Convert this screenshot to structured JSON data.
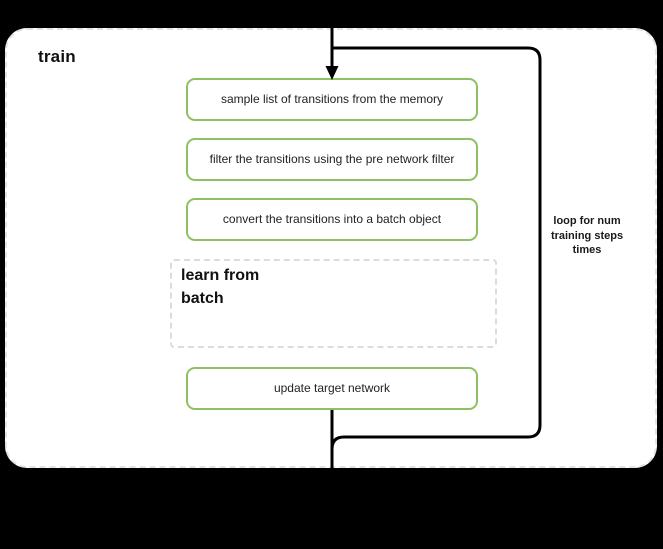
{
  "diagram": {
    "type": "flowchart",
    "scope": {
      "title": "train",
      "border_style": "dashed",
      "border_color": "#e3e3e3"
    },
    "accent_color": "#8dc163",
    "steps": [
      {
        "id": "sample",
        "label": "sample list of transitions from the memory",
        "style": "green-box"
      },
      {
        "id": "filter",
        "label": "filter the transitions using the pre network filter",
        "style": "green-box"
      },
      {
        "id": "convert",
        "label": "convert the transitions into a batch object",
        "style": "green-box"
      },
      {
        "id": "update",
        "label": "update target network",
        "style": "green-box"
      }
    ],
    "sub_scope": {
      "title": "learn from batch",
      "title_line_1": "learn from",
      "title_line_2": "batch",
      "border_style": "dashed",
      "border_color": "#dcdcdc"
    },
    "loop": {
      "label": "loop for num training steps times",
      "label_line_1": "loop for num",
      "label_line_2": "training steps",
      "label_line_3": "times",
      "line_color": "#000000"
    },
    "connectors": {
      "entry_arrow": "arrow-down-into-sample",
      "exit_line": "line-down-from-update"
    }
  }
}
